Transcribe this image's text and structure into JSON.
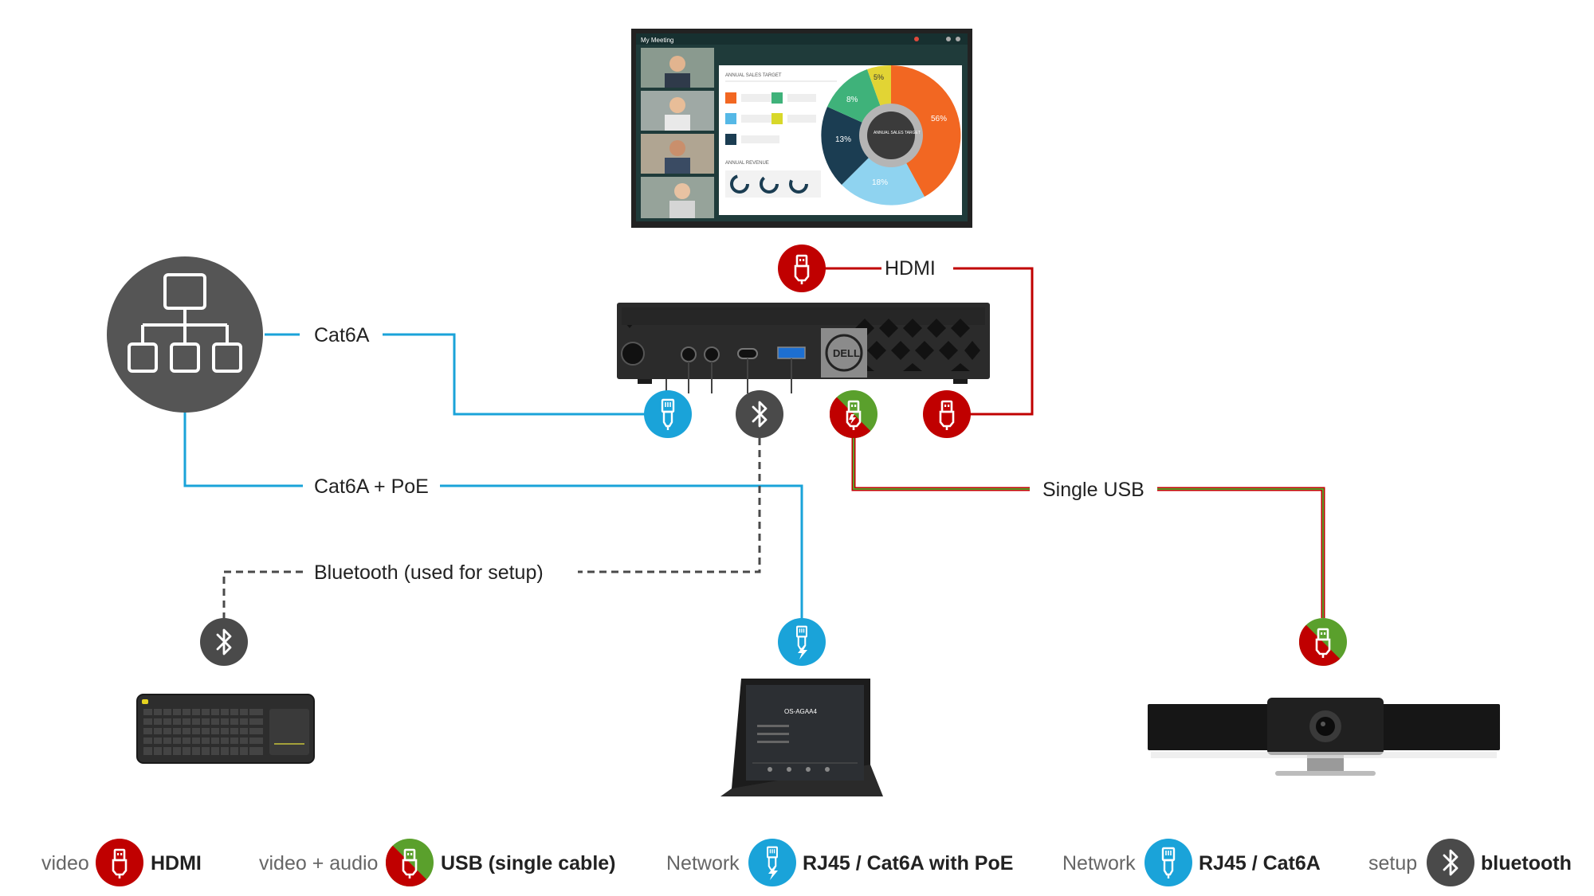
{
  "labels": {
    "hdmi": "HDMI",
    "cat6a": "Cat6A",
    "cat6a_poe": "Cat6A + PoE",
    "single_usb": "Single USB",
    "bluetooth_setup": "Bluetooth (used for setup)"
  },
  "legend": [
    {
      "prefix": "video",
      "icon": "hdmi-plug-icon",
      "label": "HDMI"
    },
    {
      "prefix": "video + audio",
      "icon": "usb-plug-icon",
      "label": "USB (single cable)"
    },
    {
      "prefix": "Network",
      "icon": "rj45-poe-plug-icon",
      "label": "RJ45 / Cat6A with PoE"
    },
    {
      "prefix": "Network",
      "icon": "rj45-plug-icon",
      "label": "RJ45 / Cat6A"
    },
    {
      "prefix": "setup",
      "icon": "bluetooth-icon",
      "label": "bluetooth"
    }
  ],
  "display": {
    "meeting_title": "My Meeting",
    "annual_sales": "ANNUAL SALES TARGET",
    "annual_revenue": "ANNUAL REVENUE",
    "donut_center": "ANNUAL SALES TARGET",
    "pct_56": "56%",
    "pct_18": "18%",
    "pct_13": "13%",
    "pct_8": "8%",
    "pct_5": "5%"
  },
  "tablet": {
    "room_name": "OS-AGAA4"
  },
  "colors": {
    "hdmi": "#c00000",
    "usb_green": "#5aa02c",
    "network": "#1aa3d9",
    "bluetooth": "#4a4a4a",
    "hub": "#555555"
  }
}
